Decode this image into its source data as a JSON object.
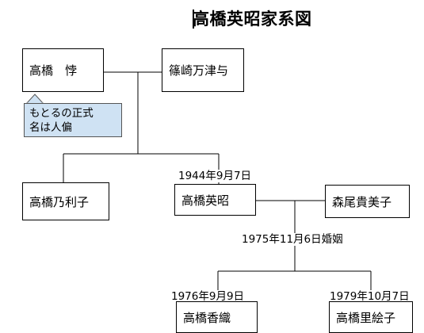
{
  "title": "高橋英昭家系図",
  "people": {
    "takahashi_sunao": "高橋　悖",
    "shinozaki": "篠崎万津与",
    "noriko": "高橋乃利子",
    "hideaki": "高橋英昭",
    "kimiko": "森尾貴美子",
    "kaori": "高橋香織",
    "rieko": "高橋里絵子"
  },
  "dates": {
    "hideaki_birth": "1944年9月7日",
    "marriage": "1975年11月6日婚姻",
    "kaori_birth": "1976年9月9日",
    "rieko_birth": "1979年10月7日"
  },
  "note": {
    "line1": "もとるの正式",
    "line2": "名は人偏"
  },
  "colors": {
    "note_fill": "#cfe2f3",
    "line": "#000000"
  }
}
